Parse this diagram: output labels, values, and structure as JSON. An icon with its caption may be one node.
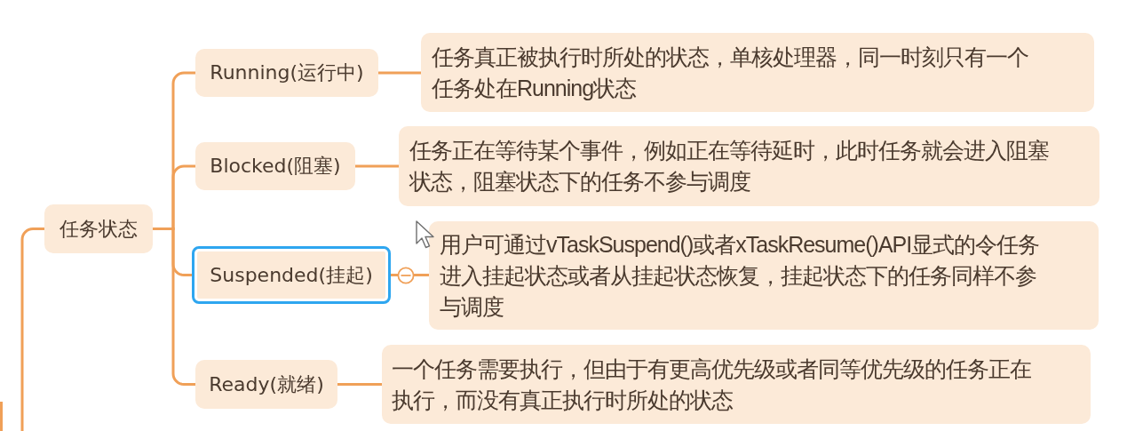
{
  "diagram": {
    "nodes": [
      {
        "text": [
          "任务状态"
        ]
      },
      {
        "text": [
          "Running(运行中)"
        ]
      },
      {
        "text": [
          "任务真正被执行时所处的状态，单核处理器，同一时刻只有一个任务处在Running状态"
        ]
      },
      {
        "text": [
          "Blocked(阻塞)"
        ]
      },
      {
        "text": [
          "任务正在等待某个事件，例如正在等待延时，此时任务就会进入阻塞状态，阻塞状态下的任务不参与调度"
        ]
      },
      {
        "text": [
          "Suspended(挂起)"
        ]
      },
      {
        "text": [
          "用户可通过vTaskSuspend()或者xTaskResume()API显式的令任务进入挂起状态或者从挂起状态恢复，挂起状态下的任务同样不参与调度"
        ]
      },
      {
        "text": [
          "Ready(就绪)"
        ]
      },
      {
        "text": [
          "一个任务需要执行，但由于有更高优先级或者同等优先级的任务正在执行，而没有真正执行时所处的状态"
        ]
      }
    ],
    "edges": [
      {
        "from": null,
        "to": 0,
        "arrow": "none"
      },
      {
        "from": 0,
        "to": 1,
        "arrow": "none"
      },
      {
        "from": 0,
        "to": 3,
        "arrow": "none"
      },
      {
        "from": 0,
        "to": 5,
        "arrow": "none"
      },
      {
        "from": 0,
        "to": 7,
        "arrow": "none"
      },
      {
        "from": 1,
        "to": 2,
        "arrow": "none"
      },
      {
        "from": 3,
        "to": 4,
        "arrow": "none"
      },
      {
        "from": 5,
        "to": 6,
        "arrow": "none"
      },
      {
        "from": 7,
        "to": 8,
        "arrow": "none"
      }
    ]
  }
}
